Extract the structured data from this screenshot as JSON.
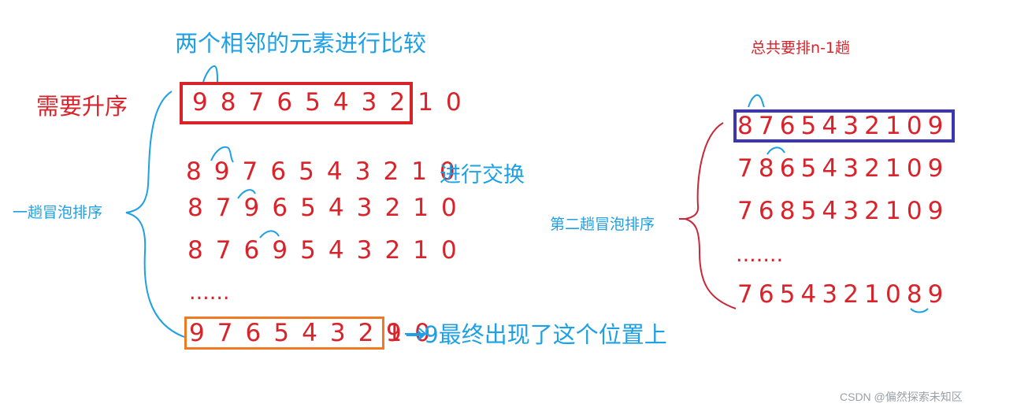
{
  "left": {
    "header_note": "两个相邻的元素进行比较",
    "need_label": "需要升序",
    "pass_label": "一趟冒泡排序",
    "swap_note": "进行交换",
    "initial": "9 8 7 6 5 4 3 2 1 0",
    "steps": [
      "8 9 7 6 5 4 3 2 1 0",
      "8 7 9 6 5 4 3 2 1 0",
      "8 7 6 9 5 4 3 2 1 0"
    ],
    "ellipsis": "......",
    "final_boxed": "9 7 6 5 4 3 2 1 0",
    "final_tail": "9",
    "result_note": "→9最终出现了这个位置上"
  },
  "right": {
    "total_note": "总共要排n-1趟",
    "pass_label": "第二趟冒泡排序",
    "first_boxed": "8765432109",
    "rows": [
      "7865432109",
      "7685432109"
    ],
    "ellipsis": ".......",
    "last": "7654321089"
  },
  "watermark": "CSDN @偏然探索未知区",
  "colors": {
    "red": "#d9232b",
    "blue": "#1ea0e6",
    "box_red": "#d9232b",
    "box_orange": "#f07a22",
    "box_purple": "#3d36b3",
    "curly_red": "#c8283a"
  }
}
